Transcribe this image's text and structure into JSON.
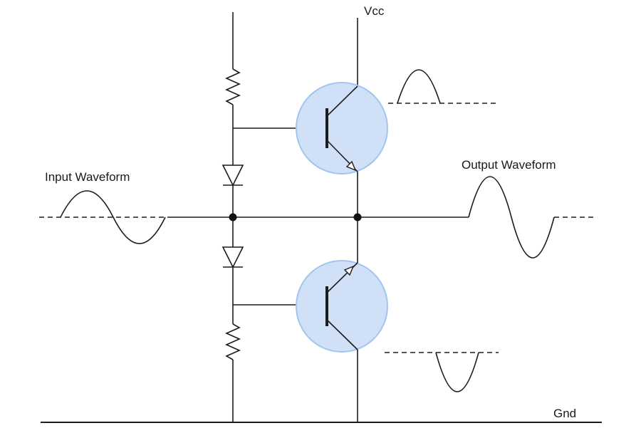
{
  "labels": {
    "vcc": "Vcc",
    "gnd": "Gnd",
    "input_waveform": "Input Waveform",
    "output_waveform": "Output Waveform"
  },
  "colors": {
    "wire": "#1c1c1c",
    "transistor_fill": "#cfe0f7",
    "transistor_stroke": "#a3c4ec",
    "background": "#ffffff"
  },
  "components": {
    "transistor_top": "npn-transistor-symbol",
    "transistor_bottom": "pnp-transistor-symbol",
    "resistors": [
      "resistor-top-symbol",
      "resistor-bottom-symbol"
    ],
    "diodes": [
      "diode-top-symbol",
      "diode-bottom-symbol"
    ],
    "waveforms": [
      "input-sine-wave",
      "output-sine-wave",
      "positive-half-wave",
      "negative-half-wave"
    ]
  }
}
